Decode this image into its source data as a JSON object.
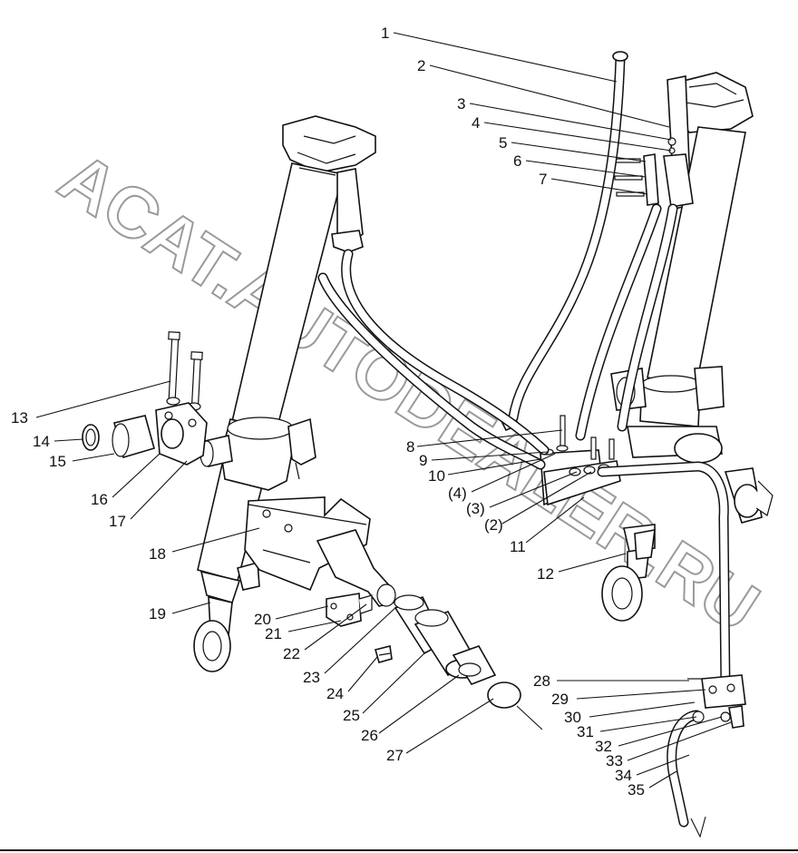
{
  "watermark": {
    "text": "ACAT.AUTODEALER.RU"
  },
  "labels": [
    {
      "id": "1",
      "text": "1"
    },
    {
      "id": "2",
      "text": "2"
    },
    {
      "id": "3",
      "text": "3"
    },
    {
      "id": "4",
      "text": "4"
    },
    {
      "id": "5",
      "text": "5"
    },
    {
      "id": "6",
      "text": "6"
    },
    {
      "id": "7",
      "text": "7"
    },
    {
      "id": "8",
      "text": "8"
    },
    {
      "id": "9",
      "text": "9"
    },
    {
      "id": "10",
      "text": "10"
    },
    {
      "id": "p4",
      "text": "(4)"
    },
    {
      "id": "p3",
      "text": "(3)"
    },
    {
      "id": "p2",
      "text": "(2)"
    },
    {
      "id": "11",
      "text": "11"
    },
    {
      "id": "12",
      "text": "12"
    },
    {
      "id": "13",
      "text": "13"
    },
    {
      "id": "14",
      "text": "14"
    },
    {
      "id": "15",
      "text": "15"
    },
    {
      "id": "16",
      "text": "16"
    },
    {
      "id": "17",
      "text": "17"
    },
    {
      "id": "18",
      "text": "18"
    },
    {
      "id": "19",
      "text": "19"
    },
    {
      "id": "20",
      "text": "20"
    },
    {
      "id": "21",
      "text": "21"
    },
    {
      "id": "22",
      "text": "22"
    },
    {
      "id": "23",
      "text": "23"
    },
    {
      "id": "24",
      "text": "24"
    },
    {
      "id": "25",
      "text": "25"
    },
    {
      "id": "26",
      "text": "26"
    },
    {
      "id": "27",
      "text": "27"
    },
    {
      "id": "28",
      "text": "28"
    },
    {
      "id": "29",
      "text": "29"
    },
    {
      "id": "30",
      "text": "30"
    },
    {
      "id": "31",
      "text": "31"
    },
    {
      "id": "32",
      "text": "32"
    },
    {
      "id": "33",
      "text": "33"
    },
    {
      "id": "34",
      "text": "34"
    },
    {
      "id": "35",
      "text": "35"
    }
  ]
}
